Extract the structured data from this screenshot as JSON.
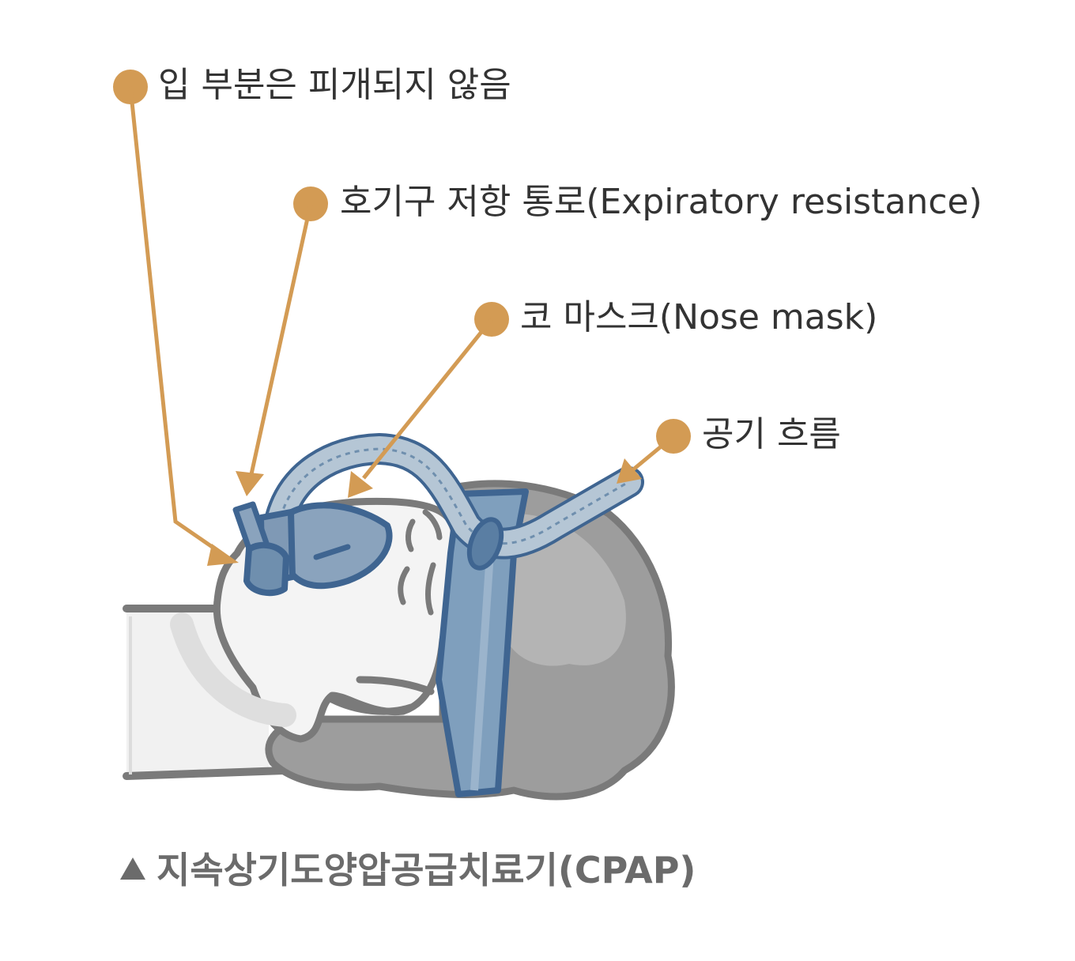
{
  "labels": {
    "mouth": "입 부분은 피개되지 않음",
    "expiratory": "호기구 저항 통로(Expiratory resistance)",
    "nose_mask": "코 마스크(Nose mask)",
    "air_flow": "공기 흐름"
  },
  "caption": "지속상기도양압공급치료기(CPAP)",
  "colors": {
    "callout": "#d39b54",
    "mask": "#6f8fae",
    "mask_outline": "#3f6591",
    "tube": "#b5c6d5",
    "hair": "#9c9c9c",
    "skin": "#f3f3f3",
    "outline": "#7a7a7a",
    "caption": "#6b6b6b"
  }
}
